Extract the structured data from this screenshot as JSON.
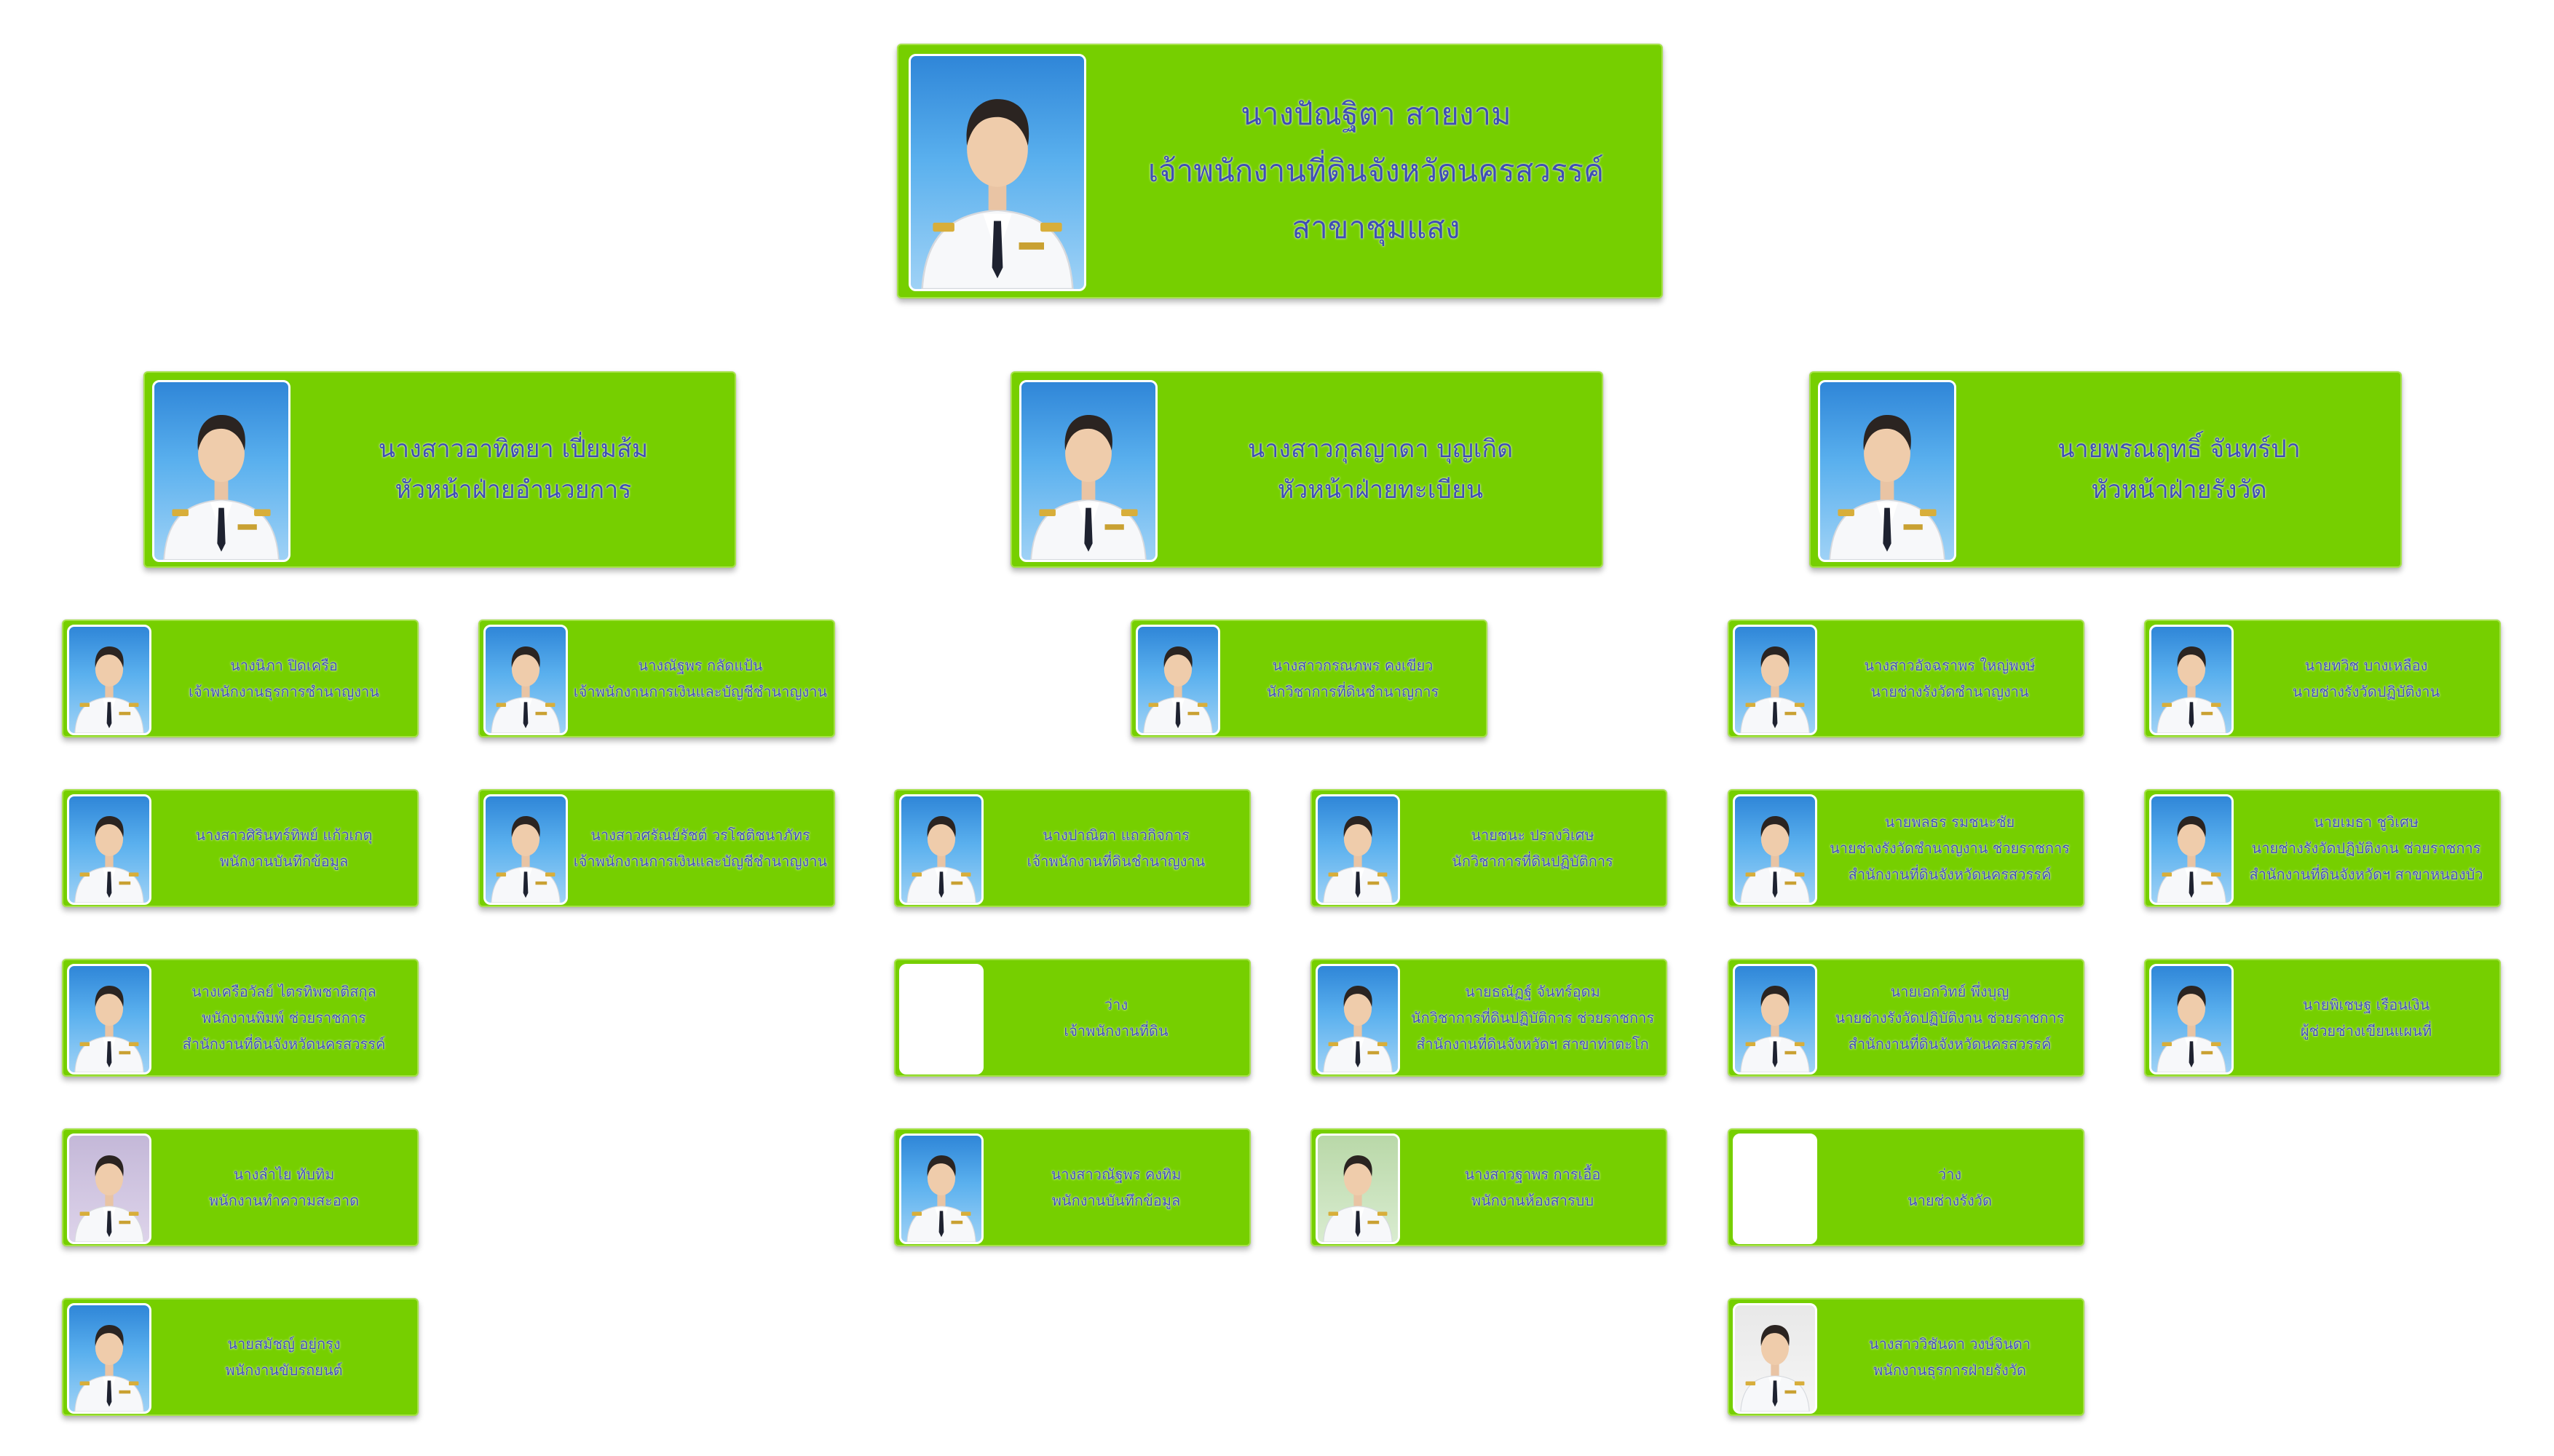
{
  "chart": {
    "head": {
      "name": "นางปัณฐิตา  สายงาม",
      "lines": [
        "เจ้าพนักงานที่ดินจังหวัดนครสวรรค์",
        "สาขาชุมแสง"
      ]
    },
    "sections": [
      {
        "name": "นางสาวอาทิตยา  เปี่ยมส้ม",
        "position": "หัวหน้าฝ่ายอำนวยการ"
      },
      {
        "name": "นางสาวกุลญาดา  บุญเกิด",
        "position": "หัวหน้าฝ่ายทะเบียน"
      },
      {
        "name": "นายพรณฤทธิ์  จันทร์ปา",
        "position": "หัวหน้าฝ่ายรังวัด"
      }
    ],
    "staff": [
      {
        "name": "นางนิภา  ปิดเครือ",
        "lines": [
          "เจ้าพนักงานธุรการชำนาญงาน"
        ]
      },
      {
        "name": "นางสาวศิรินทร์ทิพย์  แก้วเกตุ",
        "lines": [
          "พนักงานบันทึกข้อมูล"
        ]
      },
      {
        "name": "นางเครือวัลย์  ไตรทิพชาติสกุล",
        "lines": [
          "พนักงานพิมพ์ ช่วยราชการ",
          "สำนักงานที่ดินจังหวัดนครสวรรค์"
        ]
      },
      {
        "name": "นางลำไย  ทับทิม",
        "lines": [
          "พนักงานทำความสะอาด"
        ]
      },
      {
        "name": "นายสมัชญ์  อยู่กรุง",
        "lines": [
          "พนักงานขับรถยนต์"
        ]
      },
      {
        "name": "นางณัฐพร  กลัดแป้น",
        "lines": [
          "เจ้าพนักงานการเงินและบัญชีชำนาญงาน"
        ]
      },
      {
        "name": "นางสาวศรัณย์รัชต์  วรโชติชนาภัทร",
        "lines": [
          "เจ้าพนักงานการเงินและบัญชีชำนาญงาน"
        ]
      },
      {
        "name": "นางสาวกรณภพร  คงเขียว",
        "lines": [
          "นักวิชาการที่ดินชำนาญการ"
        ]
      },
      {
        "name": "นางปาณิตา  แถวกิจการ",
        "lines": [
          "เจ้าพนักงานที่ดินชำนาญงาน"
        ]
      },
      {
        "name": "ว่าง",
        "lines": [
          "เจ้าพนักงานที่ดิน"
        ]
      },
      {
        "name": "นางสาวณัฐพร  คงทิม",
        "lines": [
          "พนักงานบันทึกข้อมูล"
        ]
      },
      {
        "name": "นายชนะ  ปรางวิเศษ",
        "lines": [
          "นักวิชาการที่ดินปฏิบัติการ"
        ]
      },
      {
        "name": "นายธณัฏฐ์  จันทร์อุดม",
        "lines": [
          "นักวิชาการที่ดินปฏิบัติการ ช่วยราชการ",
          "สำนักงานที่ดินจังหวัดฯ สาขาท่าตะโก"
        ]
      },
      {
        "name": "นางสาวฐาพร  การเอื้อ",
        "lines": [
          "พนักงานห้องสารบบ"
        ]
      },
      {
        "name": "นางสาวอัจฉราพร  ใหญ่พงษ์",
        "lines": [
          "นายช่างรังวัดชำนาญงาน"
        ]
      },
      {
        "name": "นายพลธร  รมชนะชัย",
        "lines": [
          "นายช่างรังวัดชำนาญงาน ช่วยราชการ",
          "สำนักงานที่ดินจังหวัดนครสวรรค์"
        ]
      },
      {
        "name": "นายเอกวิทย์  พึ่งบุญ",
        "lines": [
          "นายช่างรังวัดปฏิบัติงาน ช่วยราชการ",
          "สำนักงานที่ดินจังหวัดนครสวรรค์"
        ]
      },
      {
        "name": "ว่าง",
        "lines": [
          "นายช่างรังวัด"
        ]
      },
      {
        "name": "นางสาววิชันดา  วงษ์จินดา",
        "lines": [
          "พนักงานธุรการฝ่ายรังวัด"
        ]
      },
      {
        "name": "นายทวิช  บางเหลือง",
        "lines": [
          "นายช่างรังวัดปฏิบัติงาน"
        ]
      },
      {
        "name": "นายเมธา  ชูวิเศษ",
        "lines": [
          "นายช่างรังวัดปฏิบัติงาน ช่วยราชการ",
          "สำนักงานที่ดินจังหวัดฯ สาขาหนองบัว"
        ]
      },
      {
        "name": "นายพิเชษฐ  เรือนเงิน",
        "lines": [
          "ผู้ช่วยช่างเขียนแผนที่"
        ]
      }
    ]
  }
}
